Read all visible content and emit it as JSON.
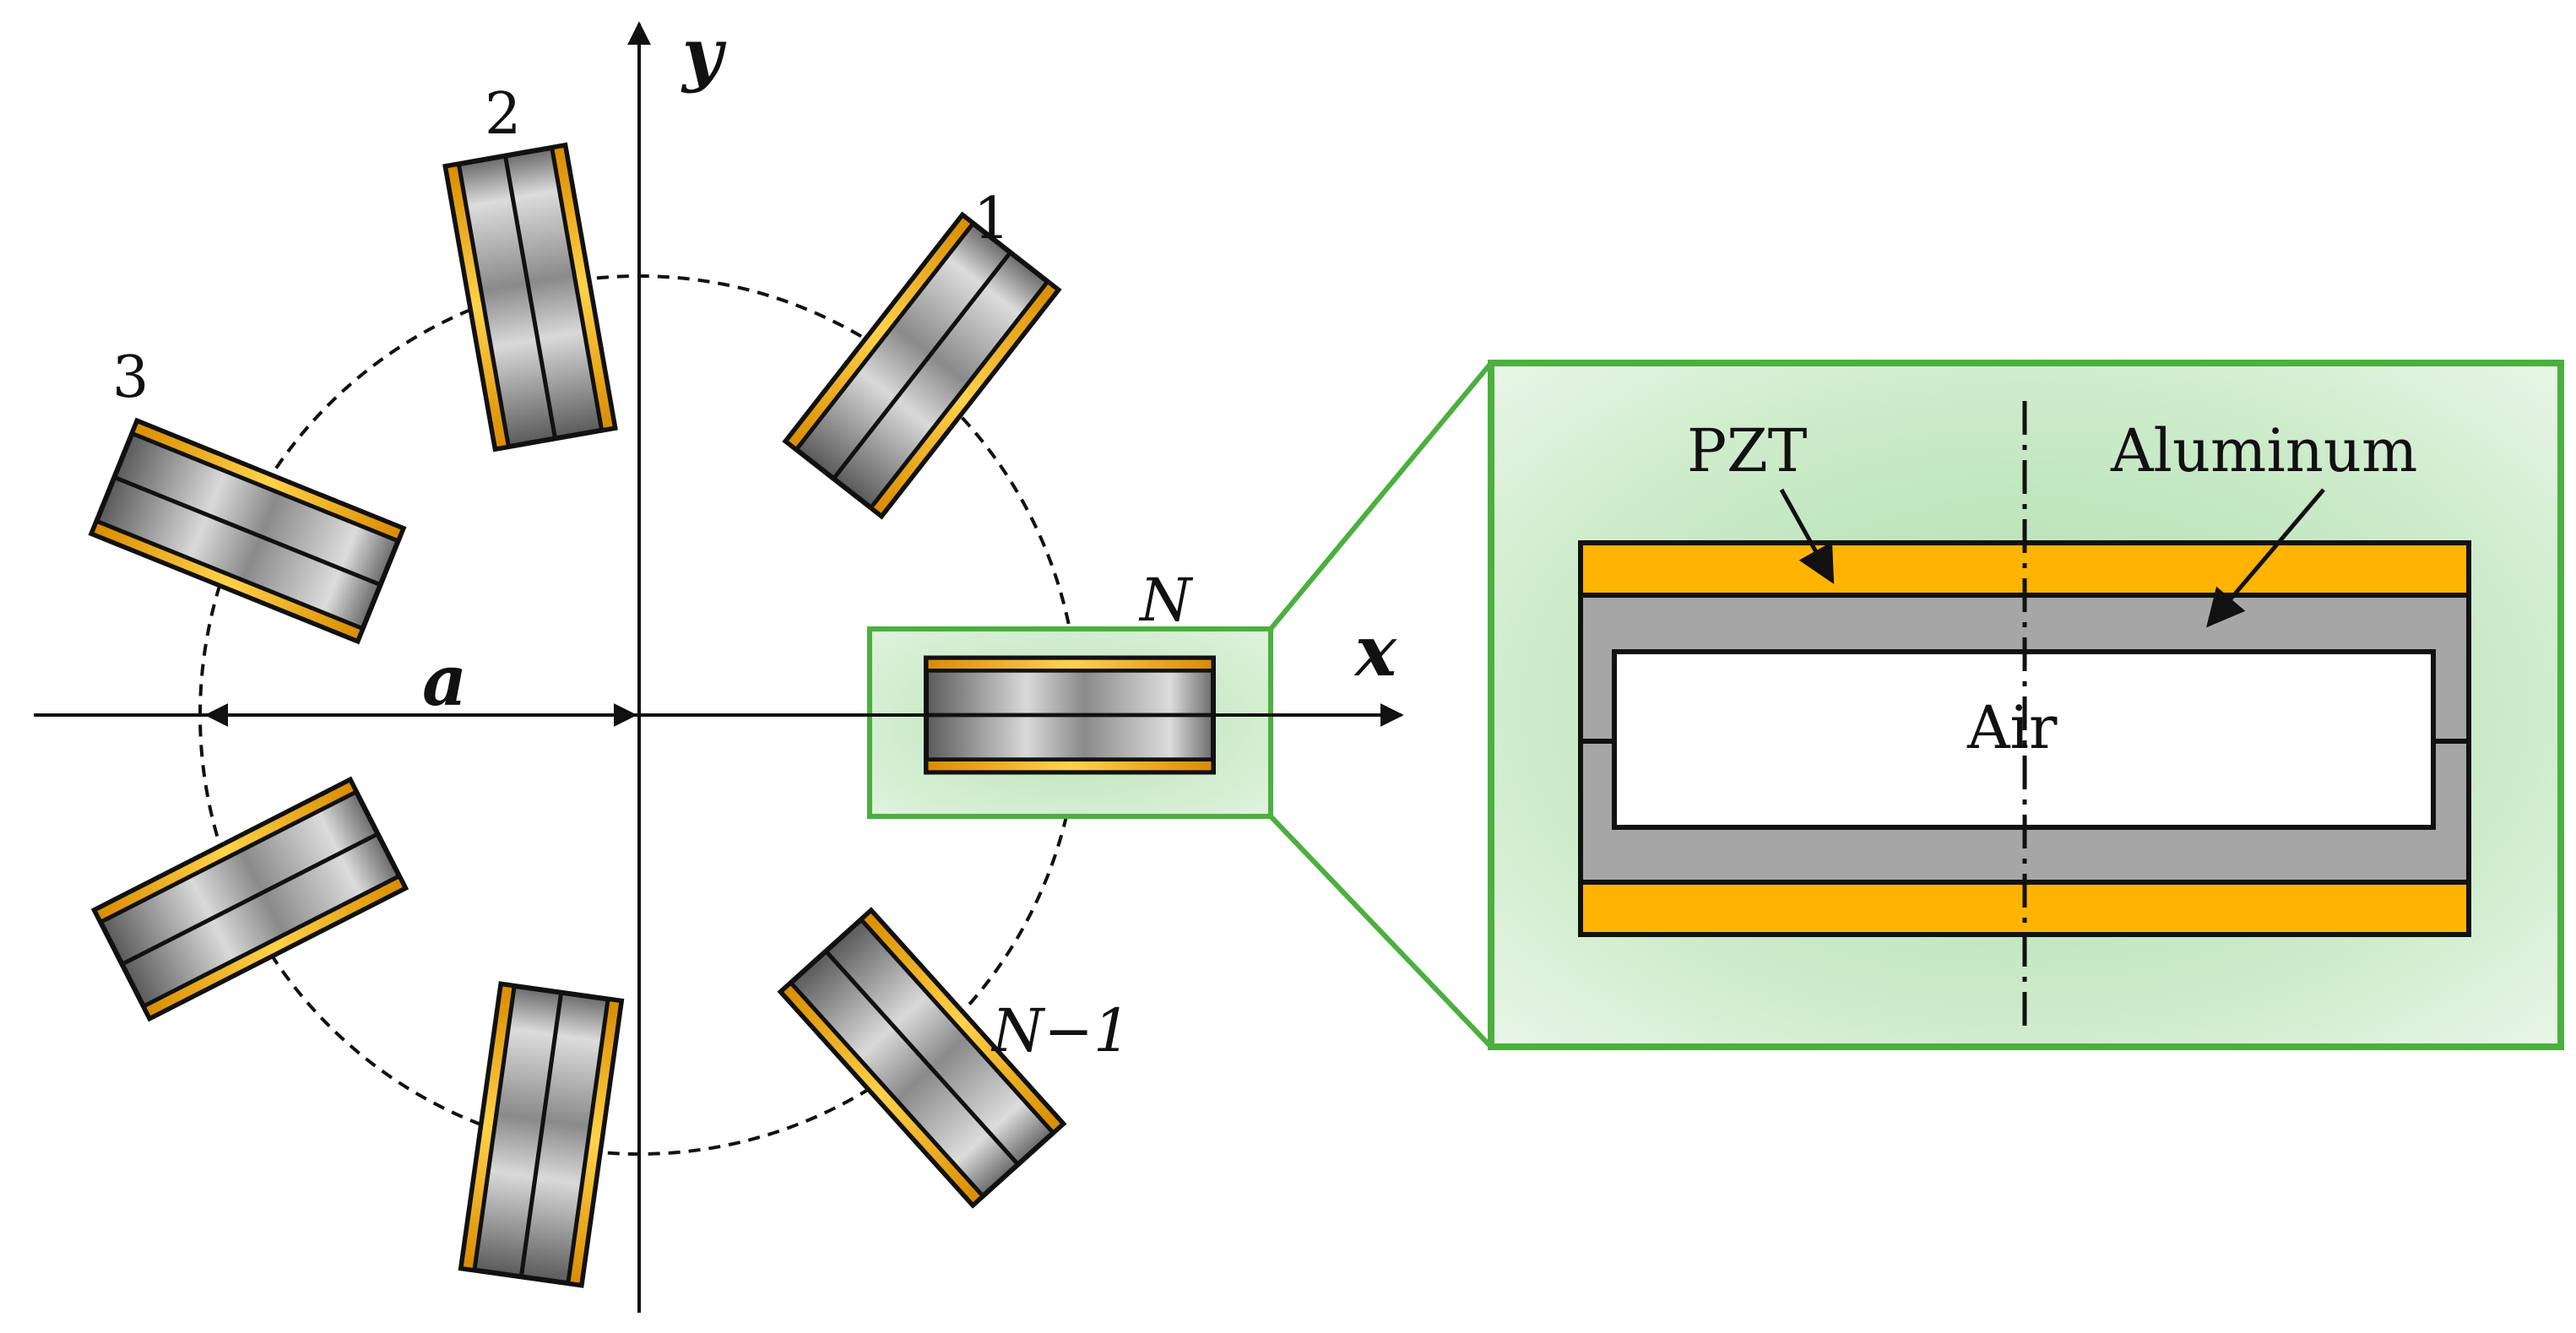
{
  "axes": {
    "x_label": "x",
    "y_label": "y",
    "radius_label": "a"
  },
  "ring": {
    "element_labels": [
      {
        "key": "1",
        "text": "1"
      },
      {
        "key": "2",
        "text": "2"
      },
      {
        "key": "3",
        "text": "3"
      },
      {
        "key": "N",
        "text": "N"
      },
      {
        "key": "N-1",
        "text": "N−1"
      }
    ]
  },
  "detail": {
    "pzt_label": "PZT",
    "aluminum_label": "Aluminum",
    "air_label": "Air"
  },
  "colors": {
    "pzt": "#FFB400",
    "aluminum": "#A6A6A6",
    "zoom_border": "#4CAF3F",
    "zoom_fill": "#BFE5BD",
    "outline": "#111111"
  }
}
